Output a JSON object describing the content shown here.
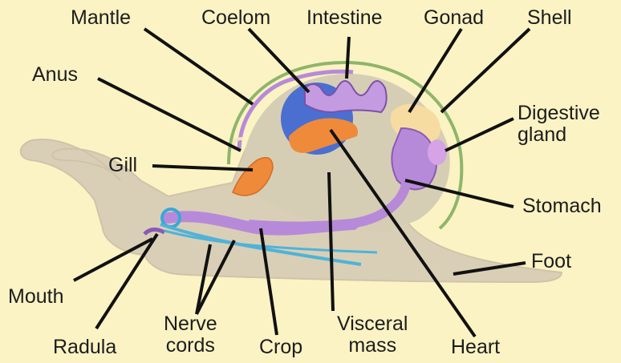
{
  "labels": {
    "mantle": "Mantle",
    "coelom": "Coelom",
    "intestine": "Intestine",
    "gonad": "Gonad",
    "shell": "Shell",
    "anus": "Anus",
    "digestive_1": "Digestive",
    "digestive_2": "gland",
    "gill": "Gill",
    "stomach": "Stomach",
    "foot": "Foot",
    "mouth": "Mouth",
    "nerve_1": "Nerve",
    "nerve_2": "cords",
    "visceral_1": "Visceral",
    "visceral_2": "mass",
    "radula": "Radula",
    "crop": "Crop",
    "heart": "Heart"
  },
  "colors": {
    "background": "#fbf3c4",
    "body": "#d9cfb7",
    "shell_line": "#8fb56a",
    "purple": "#b78ad9",
    "blue": "#4a6fd1",
    "orange": "#ef8a3a",
    "gonad": "#f6dca0",
    "nerve": "#4fb3d8"
  }
}
